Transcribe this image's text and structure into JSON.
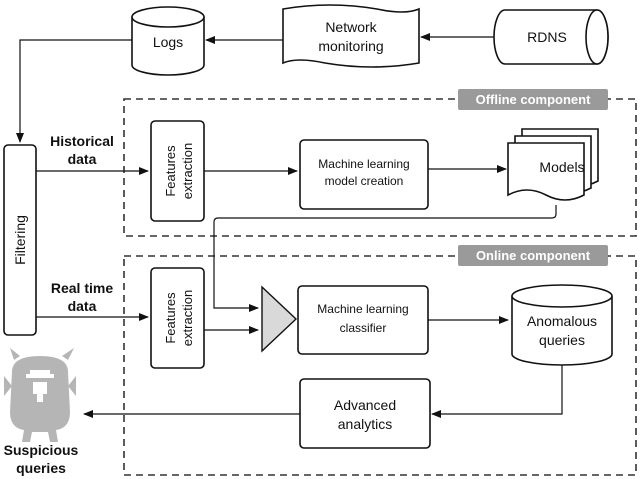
{
  "groups": {
    "offline_label": "Offline component",
    "online_label": "Online component"
  },
  "nodes": {
    "logs": "Logs",
    "network_monitoring": [
      "Network",
      "monitoring"
    ],
    "rdns": "RDNS",
    "filtering": "Filtering",
    "features_extraction_offline": [
      "Features",
      "extraction"
    ],
    "ml_model_creation": [
      "Machine learning",
      "model creation"
    ],
    "models": "Models",
    "features_extraction_online": [
      "Features",
      "extraction"
    ],
    "ml_classifier": [
      "Machine learning",
      "classifier"
    ],
    "anomalous_queries": [
      "Anomalous",
      "queries"
    ],
    "advanced_analytics": [
      "Advanced",
      "analytics"
    ],
    "suspicious_queries": [
      "Suspicious",
      "queries"
    ]
  },
  "edges": {
    "historical_data": [
      "Historical",
      "data"
    ],
    "real_time_data": [
      "Real time",
      "data"
    ]
  },
  "icons": {
    "monster": "monster-icon"
  },
  "colors": {
    "group_tag": "#9a9a9a",
    "monster": "#b5b5b5",
    "merger": "#d9d9d9"
  }
}
